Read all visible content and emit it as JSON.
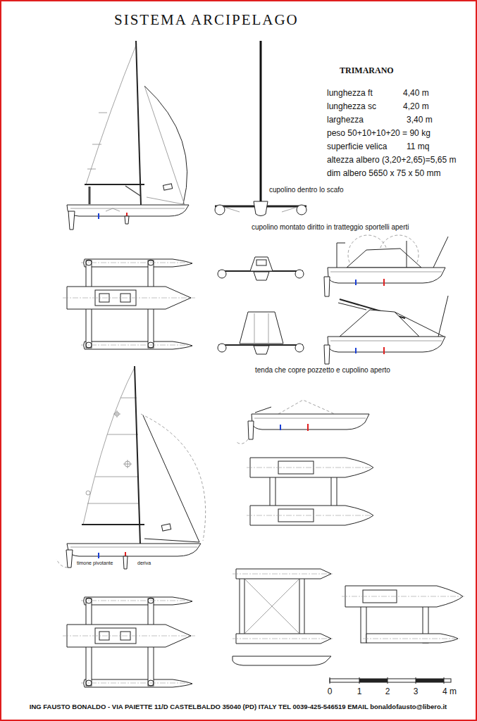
{
  "diagram": {
    "title": "SISTEMA ARCIPELAGO",
    "labels": [
      "TRIMARANO",
      "lunghezza ft",
      "4,40 m",
      "lunghezza sc",
      "4,20 m",
      "larghezza",
      "3,40 m",
      "peso 50+10+10+20 = 90 kg",
      "superficie velica",
      "11 mq",
      "altezza albero (3,20+2,65)=5,65 m",
      "dim albero 5650 x 75 x 50 mm",
      "cupolino dentro lo scafo",
      "cupolino montato diritto in tratteggio sportelli aperti",
      "tenda che copre pozzetto e cupolino aperto",
      "timone pivotante",
      "deriva",
      "0",
      "1",
      "2",
      "3",
      "4 m",
      "ING FAUSTO BONALDO - VIA PAIETTE 11/D CASTELBALDO 35040 (PD) ITALY TEL 0039-425-546519 EMAIL bonaldofausto@libero.it"
    ]
  }
}
